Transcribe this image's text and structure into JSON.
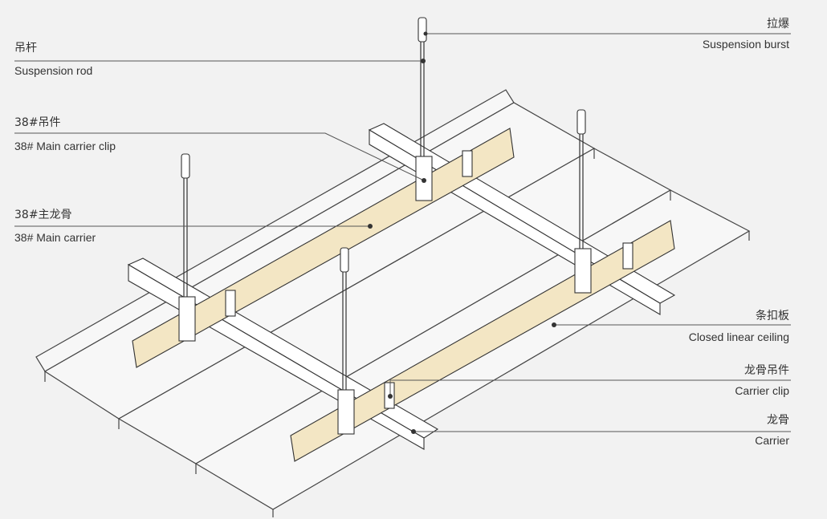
{
  "labels": {
    "suspension_rod": {
      "cn": "吊杆",
      "en": "Suspension rod"
    },
    "main_carrier_clip": {
      "cn": "38#吊件",
      "en": "38# Main carrier clip"
    },
    "main_carrier": {
      "cn": "38#主龙骨",
      "en": "38# Main carrier"
    },
    "suspension_burst": {
      "cn": "拉爆",
      "en": "Suspension burst"
    },
    "closed_linear_ceiling": {
      "cn": "条扣板",
      "en": "Closed linear ceiling"
    },
    "carrier_clip": {
      "cn": "龙骨吊件",
      "en": "Carrier clip"
    },
    "carrier": {
      "cn": "龙骨",
      "en": "Carrier"
    }
  },
  "colors": {
    "background": "#f2f2f2",
    "line": "#333333",
    "main_carrier_fill": "#f3e6c4",
    "metal_fill": "#ffffff"
  }
}
